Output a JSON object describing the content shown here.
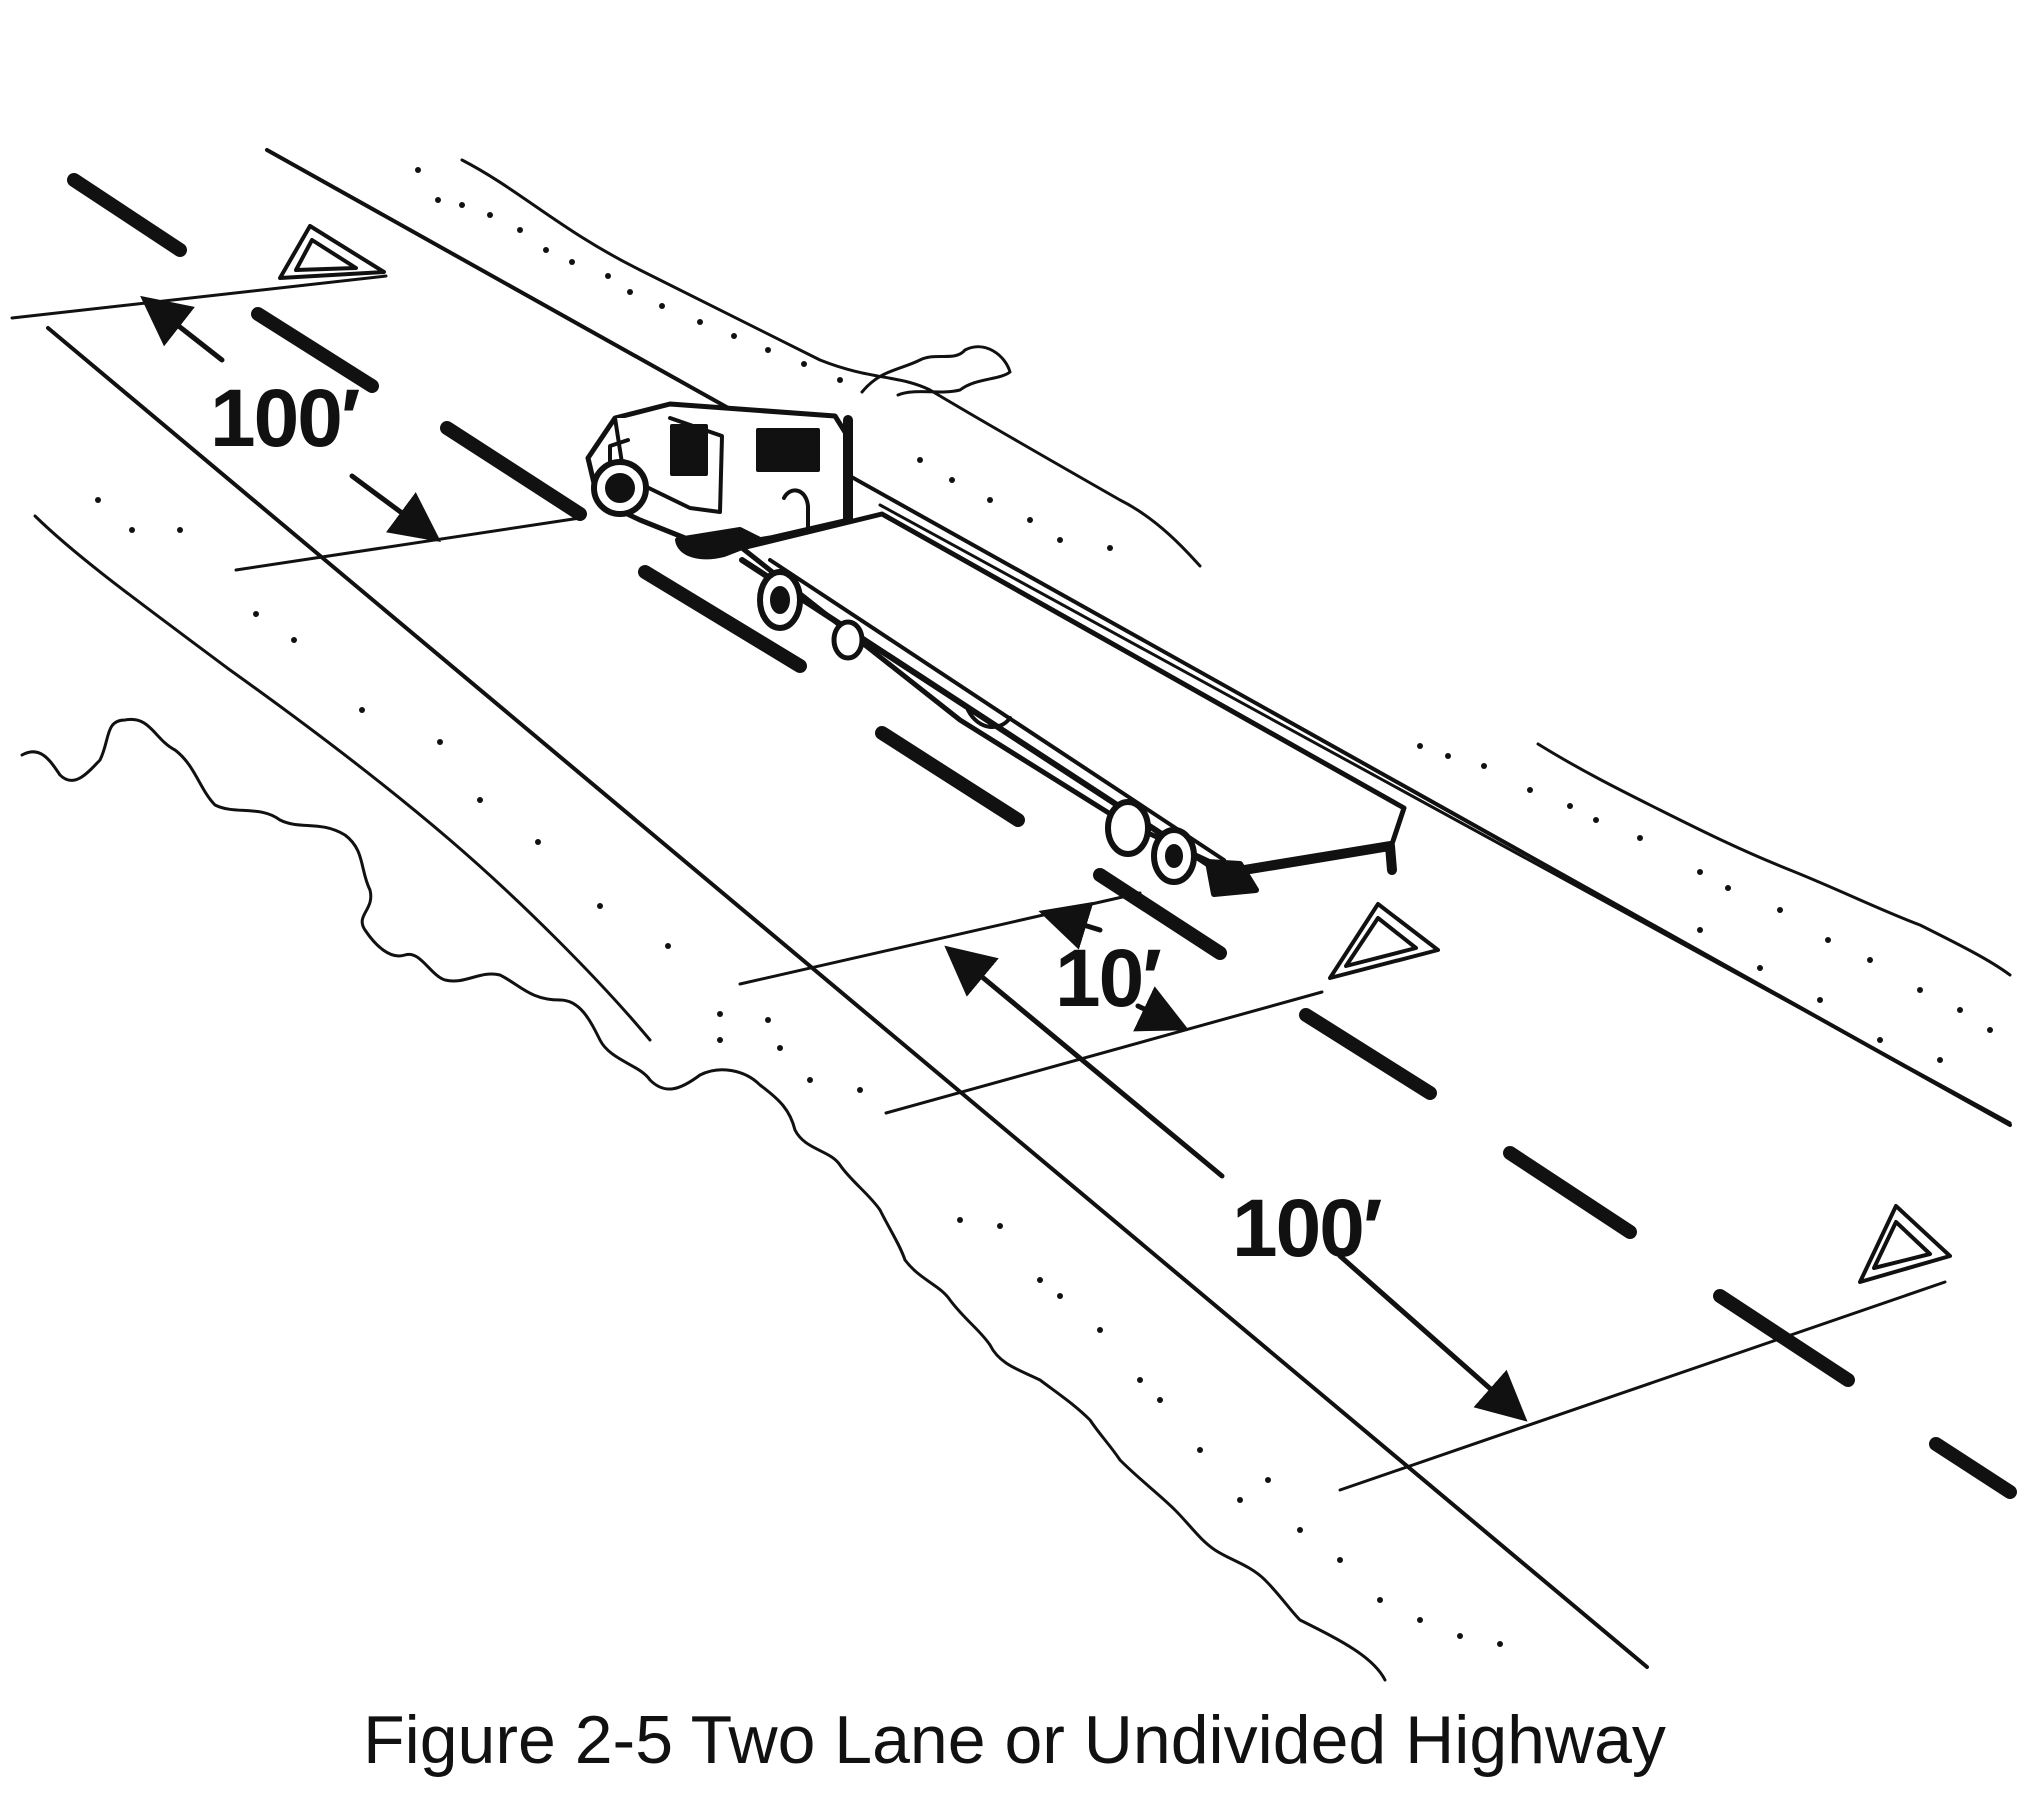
{
  "diagram": {
    "labels": {
      "rear_distance": "100′",
      "near_distance": "10′",
      "forward_distance": "100′"
    },
    "caption": "Figure 2-5 Two Lane or Undivided Highway"
  },
  "colors": {
    "ink": "#111111",
    "background": "#ffffff"
  }
}
